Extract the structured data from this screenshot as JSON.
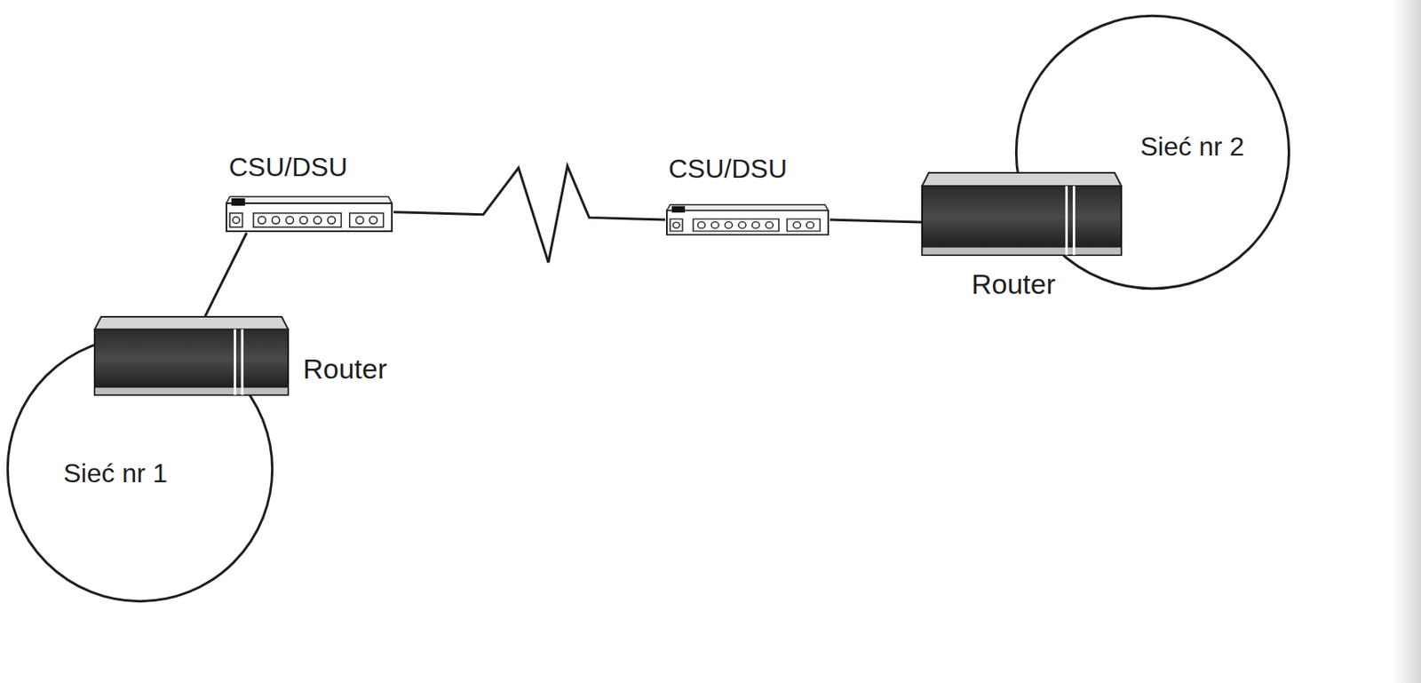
{
  "diagram": {
    "nodes": [
      {
        "text": [
          "CSU/DSU"
        ]
      },
      {
        "text": [
          "CSU/DSU"
        ]
      },
      {
        "text": [
          "Sieć nr 2"
        ]
      },
      {
        "text": [
          "Router"
        ]
      },
      {
        "text": [
          "Router"
        ]
      },
      {
        "text": [
          "Sieć nr 1"
        ]
      }
    ],
    "edges": [
      {
        "from": 4,
        "to": 0,
        "arrow": "none"
      },
      {
        "from": 0,
        "to": 1,
        "arrow": "none"
      },
      {
        "from": 1,
        "to": 3,
        "arrow": "none"
      }
    ]
  }
}
